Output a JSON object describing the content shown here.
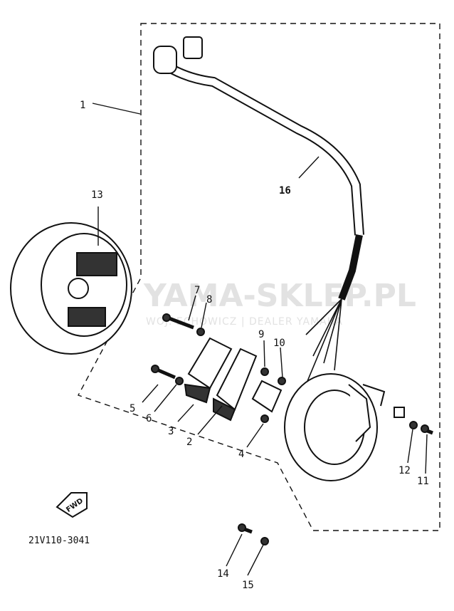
{
  "diagram": {
    "drawing_code": "21V110-3041",
    "fwd_label": "FWD",
    "watermark": {
      "title": "YAMA-SKLEP.PL",
      "subtitle": "WOJ. ECHOWICZ | DEALER YAMAHA"
    },
    "callouts": [
      {
        "id": "1",
        "label": "1"
      },
      {
        "id": "2",
        "label": "2"
      },
      {
        "id": "3",
        "label": "3"
      },
      {
        "id": "4",
        "label": "4"
      },
      {
        "id": "5",
        "label": "5"
      },
      {
        "id": "6",
        "label": "6"
      },
      {
        "id": "7",
        "label": "7"
      },
      {
        "id": "8",
        "label": "8"
      },
      {
        "id": "9",
        "label": "9"
      },
      {
        "id": "10",
        "label": "10"
      },
      {
        "id": "11",
        "label": "11"
      },
      {
        "id": "12",
        "label": "12"
      },
      {
        "id": "13",
        "label": "13"
      },
      {
        "id": "14",
        "label": "14"
      },
      {
        "id": "15",
        "label": "15"
      },
      {
        "id": "16",
        "label": "16"
      }
    ]
  }
}
